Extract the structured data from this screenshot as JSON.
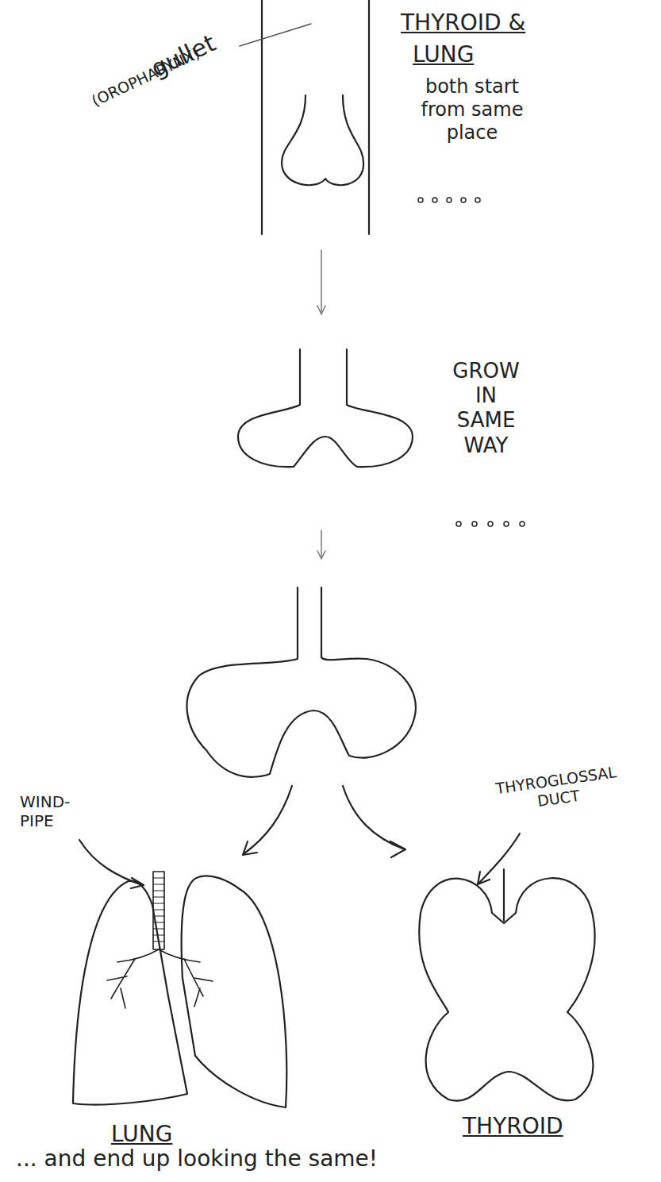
{
  "diagram": {
    "caption": "... and end up looking the same!",
    "labels": [
      "gullet",
      "(OROPHARYNX)",
      "THYROID &",
      "LUNG",
      "both start from same place",
      "GROW IN SAME WAY",
      "WIND-PIPE",
      "THYROGLOSSAL DUCT",
      "LUNG",
      "THYROID"
    ]
  }
}
